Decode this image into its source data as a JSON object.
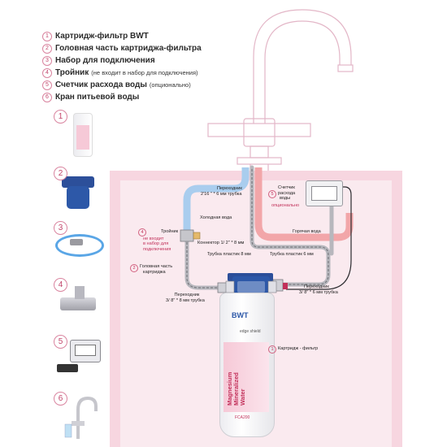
{
  "legend": [
    {
      "num": "1",
      "text": "Картридж-фильтр BWT",
      "note": ""
    },
    {
      "num": "2",
      "text": "Головная часть картриджа-фильтра",
      "note": ""
    },
    {
      "num": "3",
      "text": "Набор для подключения",
      "note": ""
    },
    {
      "num": "4",
      "text": "Тройник",
      "note": "(не входит в набор для подключения)"
    },
    {
      "num": "5",
      "text": "Счетчик расхода воды",
      "note": "(опционально)"
    },
    {
      "num": "6",
      "text": "Кран питьевой воды",
      "note": ""
    }
  ],
  "tiles": [
    "1",
    "2",
    "3",
    "4",
    "5",
    "6"
  ],
  "labels": {
    "adapter_top_1": "Переходник",
    "adapter_top_2": "2'16 \" * 6 мм трубка",
    "cold_water": "Холодная вода",
    "hot_water": "Горячая вода",
    "tee_num": "4",
    "tee_title": "Тройник",
    "tee_note_1": "не входит",
    "tee_note_2": "в набор для",
    "tee_note_3": "подключения",
    "connector": "Коннектор 1/   2\" * 8 мм",
    "tube_8": "Трубка пластик 8 мм",
    "tube_6": "Трубка пластик 6 мм",
    "head_num": "2",
    "head_1": "Головная часть",
    "head_2": "картриджа",
    "adapter_bottom_1": "Переходник",
    "adapter_bottom_2": "3/ 8\" * 8 мм трубка",
    "adapter_right_1": "Переходник",
    "adapter_right_2": "3/ 8\" * 6 мм трубка",
    "meter_num": "5",
    "meter_1": "Счетчик",
    "meter_2": "расхода",
    "meter_3": "воды",
    "meter_opt": "опционально",
    "cart_num": "1",
    "cart_label": "Картридж - фильтр"
  },
  "cartridge": {
    "brand": "BWT",
    "model": "edge shield",
    "vertical_1": "Magnesium",
    "vertical_2": "Mineralized",
    "vertical_3": "Water",
    "code": "FCA200"
  },
  "colors": {
    "pink_bg": "#f7d6e0",
    "cold_pipe": "#a9cdee",
    "hot_pipe": "#f2a6a9",
    "accent": "#c2305a"
  }
}
